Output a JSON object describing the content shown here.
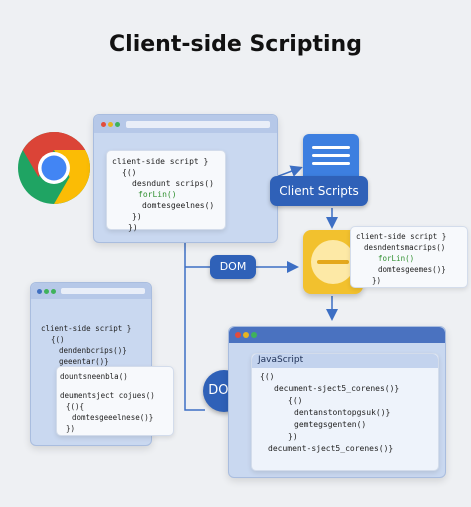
{
  "title": "Client-side Scripting",
  "top_window": {
    "lines": [
      "client-side script }",
      "{()",
      "desndunt scrips()",
      "forLin()",
      "domtesgeelnes()",
      "})",
      "})"
    ]
  },
  "client_scripts_label": "Client Scripts",
  "dom_label_1": "DOM",
  "dom_label_2": "DOM",
  "engine_card": {
    "lines": [
      "client-side script }",
      "desndentsmacrips()",
      "forLin()",
      "domtesgeemes()}",
      "})"
    ]
  },
  "left_window": {
    "lines": [
      "client-side script }",
      "{()",
      "dendenbcrips()}",
      "geeentar()}",
      "dountsneenbla()",
      "deumentsject cojues()",
      "{(){",
      "domtesgeeelnese()}",
      "})"
    ]
  },
  "js_window": {
    "header": "JavaScript",
    "lines": [
      "{()",
      "decument-sject5_corenes()}",
      "{()",
      "dentanstontopgsuk()}",
      "gemtegsgenten()",
      "})",
      "decument-sject5_corenes()}"
    ]
  },
  "colors": {
    "arrow": "#3d6fc4",
    "pill": "#2f61b8",
    "engine_yellow": "#f2c12e",
    "window_blue": "#c9d8f0"
  }
}
